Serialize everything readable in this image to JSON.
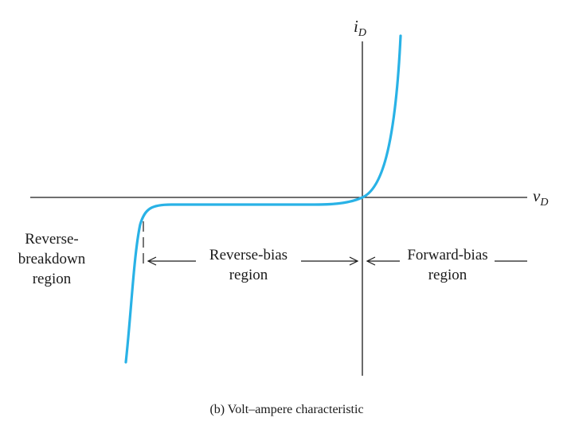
{
  "axes": {
    "vertical_var": "i",
    "vertical_sub": "D",
    "horizontal_var": "v",
    "horizontal_sub": "D"
  },
  "regions": {
    "reverse_breakdown": [
      "Reverse-",
      "breakdown",
      "region"
    ],
    "reverse_bias": [
      "Reverse-bias",
      "region"
    ],
    "forward_bias": [
      "Forward-bias",
      "region"
    ]
  },
  "caption": "(b) Volt–ampere characteristic",
  "colors": {
    "curve": "#29b2e6",
    "ink": "#1a1a1a"
  }
}
